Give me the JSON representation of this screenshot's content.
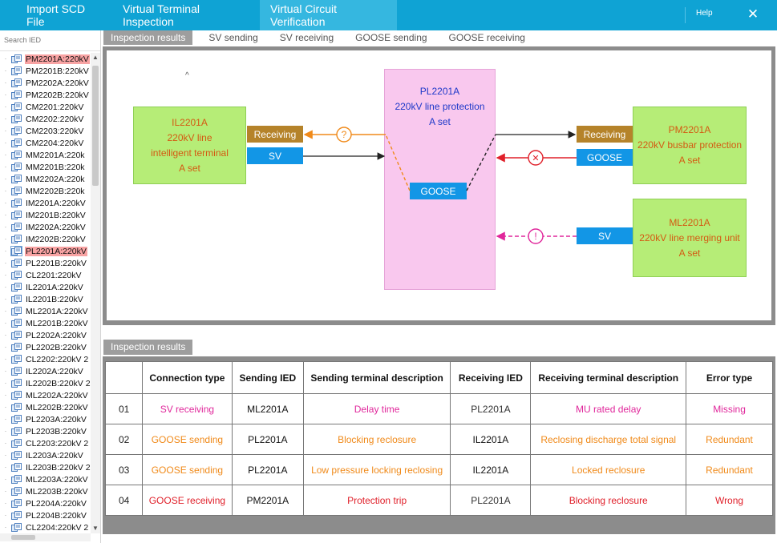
{
  "titlebar": {
    "tabs": [
      {
        "label": "Import SCD File"
      },
      {
        "label": "Virtual Terminal Inspection"
      },
      {
        "label": "Virtual Circuit Verification"
      }
    ],
    "help_label": "Help",
    "close_symbol": "✕"
  },
  "sidebar": {
    "search_placeholder": "Search IED",
    "items": [
      {
        "label": "PM2201A:220kV"
      },
      {
        "label": "PM2201B:220kV"
      },
      {
        "label": "PM2202A:220kV"
      },
      {
        "label": "PM2202B:220kV"
      },
      {
        "label": "CM2201:220kV"
      },
      {
        "label": "CM2202:220kV"
      },
      {
        "label": "CM2203:220kV"
      },
      {
        "label": "CM2204:220kV"
      },
      {
        "label": "MM2201A:220k"
      },
      {
        "label": "MM2201B:220k"
      },
      {
        "label": "MM2202A:220k"
      },
      {
        "label": "MM2202B:220k"
      },
      {
        "label": "IM2201A:220kV"
      },
      {
        "label": "IM2201B:220kV"
      },
      {
        "label": "IM2202A:220kV"
      },
      {
        "label": "IM2202B:220kV"
      },
      {
        "label": "PL2201A:220kV"
      },
      {
        "label": "PL2201B:220kV"
      },
      {
        "label": "CL2201:220kV"
      },
      {
        "label": "IL2201A:220kV"
      },
      {
        "label": "IL2201B:220kV"
      },
      {
        "label": "ML2201A:220kV"
      },
      {
        "label": "ML2201B:220kV"
      },
      {
        "label": "PL2202A:220kV"
      },
      {
        "label": "PL2202B:220kV"
      },
      {
        "label": "CL2202:220kV 2"
      },
      {
        "label": "IL2202A:220kV"
      },
      {
        "label": "IL2202B:220kV 2"
      },
      {
        "label": "ML2202A:220kV"
      },
      {
        "label": "ML2202B:220kV"
      },
      {
        "label": "PL2203A:220kV"
      },
      {
        "label": "PL2203B:220kV"
      },
      {
        "label": "CL2203:220kV 2"
      },
      {
        "label": "IL2203A:220kV"
      },
      {
        "label": "IL2203B:220kV 2"
      },
      {
        "label": "ML2203A:220kV"
      },
      {
        "label": "ML2203B:220kV"
      },
      {
        "label": "PL2204A:220kV"
      },
      {
        "label": "PL2204B:220kV"
      },
      {
        "label": "CL2204:220kV 2"
      }
    ]
  },
  "diagram": {
    "subtabs": [
      {
        "label": "Inspection results"
      },
      {
        "label": "SV sending"
      },
      {
        "label": "SV receiving"
      },
      {
        "label": "GOOSE sending"
      },
      {
        "label": "GOOSE receiving"
      }
    ],
    "caret": "^",
    "left_ied": {
      "line1": "IL2201A",
      "line2": "220kV line",
      "line3": "intelligent terminal",
      "line4": "A set"
    },
    "center_ied": {
      "line1": "PL2201A",
      "line2": "220kV line protection",
      "line3": "A set"
    },
    "right_top_ied": {
      "line1": "PM2201A",
      "line2": "220kV busbar protection",
      "line3": "A set"
    },
    "right_bottom_ied": {
      "line1": "ML2201A",
      "line2": "220kV line merging unit",
      "line3": "A set"
    },
    "ports": {
      "left_receiving": "Receiving",
      "left_sv": "SV",
      "center_goose": "GOOSE",
      "right_receiving": "Receiving",
      "right_goose": "GOOSE",
      "right_sv": "SV"
    },
    "markers": {
      "question": "?",
      "cross": "✕",
      "exclaim": "!"
    },
    "colors": {
      "redundant": "#f08a1a",
      "wrong": "#e0202a",
      "missing": "#e0279b"
    }
  },
  "results": {
    "tab_label": "Inspection results",
    "headers": [
      "",
      "Connection type",
      "Sending IED",
      "Sending terminal description",
      "Receiving IED",
      "Receiving terminal description",
      "Error type"
    ],
    "rows": [
      {
        "idx": "01",
        "conn": "SV receiving",
        "send_ied": "ML2201A",
        "send_desc": "Delay time",
        "recv_ied": "PL2201A",
        "recv_desc": "MU rated delay",
        "error": "Missing",
        "color": "mag"
      },
      {
        "idx": "02",
        "conn": "GOOSE sending",
        "send_ied": "PL2201A",
        "send_desc": "Blocking reclosure",
        "recv_ied": "IL2201A",
        "recv_desc": "Reclosing discharge total signal",
        "error": "Redundant",
        "color": "org"
      },
      {
        "idx": "03",
        "conn": "GOOSE sending",
        "send_ied": "PL2201A",
        "send_desc": "Low pressure locking reclosing",
        "recv_ied": "IL2201A",
        "recv_desc": "Locked reclosure",
        "error": "Redundant",
        "color": "org"
      },
      {
        "idx": "04",
        "conn": "GOOSE receiving",
        "send_ied": "PM2201A",
        "send_desc": "Protection trip",
        "recv_ied": "PL2201A",
        "recv_desc": "Blocking reclosure",
        "error": "Wrong",
        "color": "red"
      }
    ]
  }
}
